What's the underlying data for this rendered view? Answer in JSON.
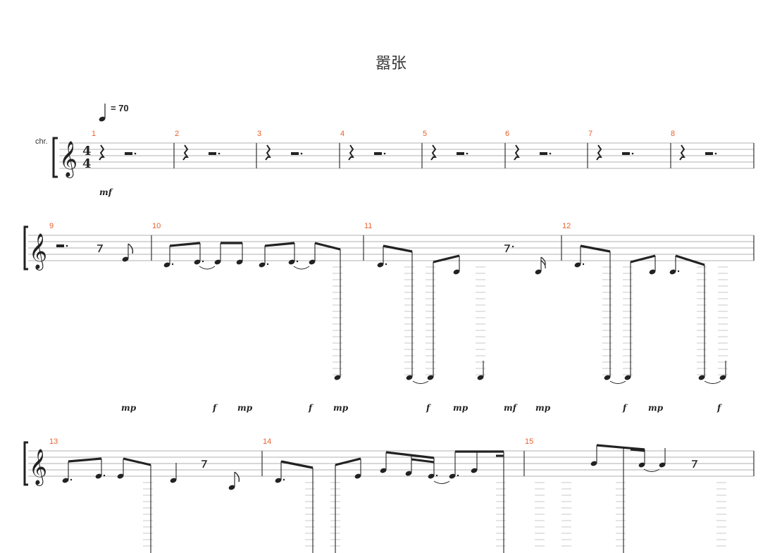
{
  "title": "嚣张",
  "tempo": {
    "label": "= 70"
  },
  "instrument": "chr.",
  "time_signature": {
    "top": "4",
    "bottom": "4"
  },
  "systems": [
    {
      "measures": [
        "1",
        "2",
        "3",
        "4",
        "5",
        "6",
        "7",
        "8"
      ]
    },
    {
      "measures": [
        "9",
        "10",
        "11",
        "12"
      ]
    },
    {
      "measures": [
        "13",
        "14",
        "15"
      ]
    }
  ],
  "dynamics": {
    "system1": [
      "mf"
    ],
    "system2": [
      "mp",
      "f",
      "mp",
      "f",
      "mp",
      "f",
      "mp",
      "mf",
      "mp",
      "f",
      "mp",
      "f"
    ]
  },
  "colors": {
    "measure_number": "#e8602c",
    "staff": "#999999",
    "note": "#222222"
  }
}
